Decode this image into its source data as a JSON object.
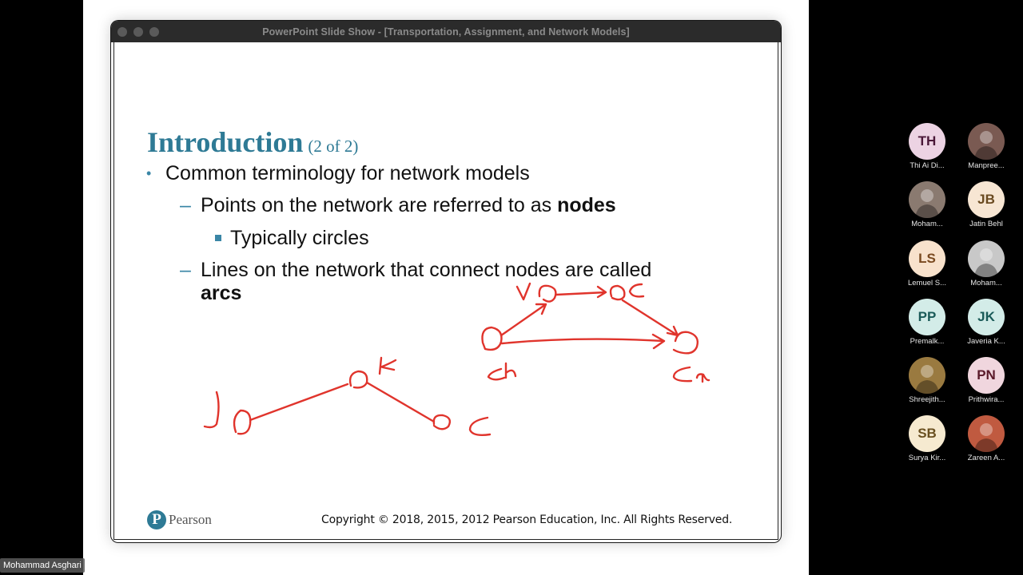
{
  "window": {
    "title": "PowerPoint Slide Show - [Transportation, Assignment, and Network Models]",
    "traffic_lights": [
      "close-button",
      "minimize-button",
      "zoom-button"
    ]
  },
  "slide": {
    "title": "Introduction",
    "title_suffix": "(2 of 2)",
    "bullets": [
      {
        "level": 1,
        "text": "Common terminology for network models"
      },
      {
        "level": 2,
        "text": "Points on the network are referred to as ",
        "bold": "nodes"
      },
      {
        "level": 3,
        "text": "Typically circles"
      },
      {
        "level": 2,
        "text": "Lines on the network that connect nodes are called",
        "bold_line2": "arcs"
      }
    ],
    "annotations": {
      "diagram1_labels": [
        "J",
        "K",
        "C"
      ],
      "diagram2_labels": [
        "V",
        "C",
        "Ch",
        "Ca"
      ],
      "ink_color": "#e0342c"
    },
    "footer": {
      "logo_letter": "P",
      "logo_text": "Pearson",
      "copyright": "Copyright © 2018, 2015, 2012 Pearson Education, Inc. All Rights Reserved."
    },
    "accent_color": "#2e7a95"
  },
  "speaker": {
    "name": "Mohammad Asghari"
  },
  "participants": [
    {
      "initials": "TH",
      "name": "Thi Ai Di...",
      "bg": "#ecd3e3",
      "fg": "#4a1838",
      "photo": false
    },
    {
      "initials": "",
      "name": "Manpree...",
      "bg": "#7a5a52",
      "fg": "#fff",
      "photo": true
    },
    {
      "initials": "",
      "name": "Moham...",
      "bg": "#8a7a70",
      "fg": "#fff",
      "photo": true
    },
    {
      "initials": "JB",
      "name": "Jatin Behl",
      "bg": "#f7e6d3",
      "fg": "#6a4a20",
      "photo": false
    },
    {
      "initials": "LS",
      "name": "Lemuel S...",
      "bg": "#f8e2cc",
      "fg": "#7a4a20",
      "photo": false
    },
    {
      "initials": "",
      "name": "Moham...",
      "bg": "#c8c8c8",
      "fg": "#fff",
      "photo": true
    },
    {
      "initials": "PP",
      "name": "Premalk...",
      "bg": "#d3ece8",
      "fg": "#1a5a58",
      "photo": false
    },
    {
      "initials": "JK",
      "name": "Javeria K...",
      "bg": "#d3ece8",
      "fg": "#1a5a58",
      "photo": false
    },
    {
      "initials": "",
      "name": "Shreejith...",
      "bg": "#9a7a40",
      "fg": "#fff",
      "photo": true
    },
    {
      "initials": "PN",
      "name": "Prithwira...",
      "bg": "#f0d6de",
      "fg": "#5a1a2a",
      "photo": false
    },
    {
      "initials": "SB",
      "name": "Surya Kir...",
      "bg": "#f6ead0",
      "fg": "#6a5020",
      "photo": false
    },
    {
      "initials": "",
      "name": "Zareen A...",
      "bg": "#c05a40",
      "fg": "#fff",
      "photo": true
    }
  ]
}
